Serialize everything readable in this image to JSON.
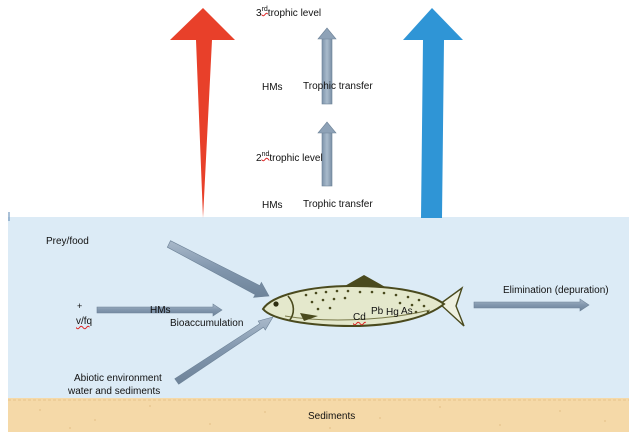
{
  "levels": {
    "third": {
      "num": "3",
      "sup": "rd",
      "text": "trophic  level"
    },
    "second": {
      "num": "2",
      "sup": "nd",
      "text": "trophic  level"
    }
  },
  "upper": {
    "hms": "HMs",
    "trophic_transfer": "Trophic transfer"
  },
  "lower": {
    "hms": "HMs",
    "trophic_transfer": "Trophic transfer"
  },
  "water": {
    "prey_food": "Prey/food",
    "plus": "+",
    "v_fq": "v/fq",
    "hms": "HMs",
    "bioaccumulation": "Bioaccumulation",
    "abiotic_line1": "Abiotic environment",
    "abiotic_line2": "water and sediments",
    "elimination": "Elimination  (depuration)"
  },
  "fish_metals": {
    "cd": "Cd",
    "pb": "Pb",
    "hg": "Hg",
    "as": "As"
  },
  "sediments": "Sediments",
  "colors": {
    "water": "#dcebf6",
    "sediment": "#f5d9a8",
    "red_arrow": "#e8402a",
    "blue_arrow": "#2f95d6",
    "grey_arrow": "#8fa3b8",
    "fish_outline": "#4a4a1e"
  }
}
